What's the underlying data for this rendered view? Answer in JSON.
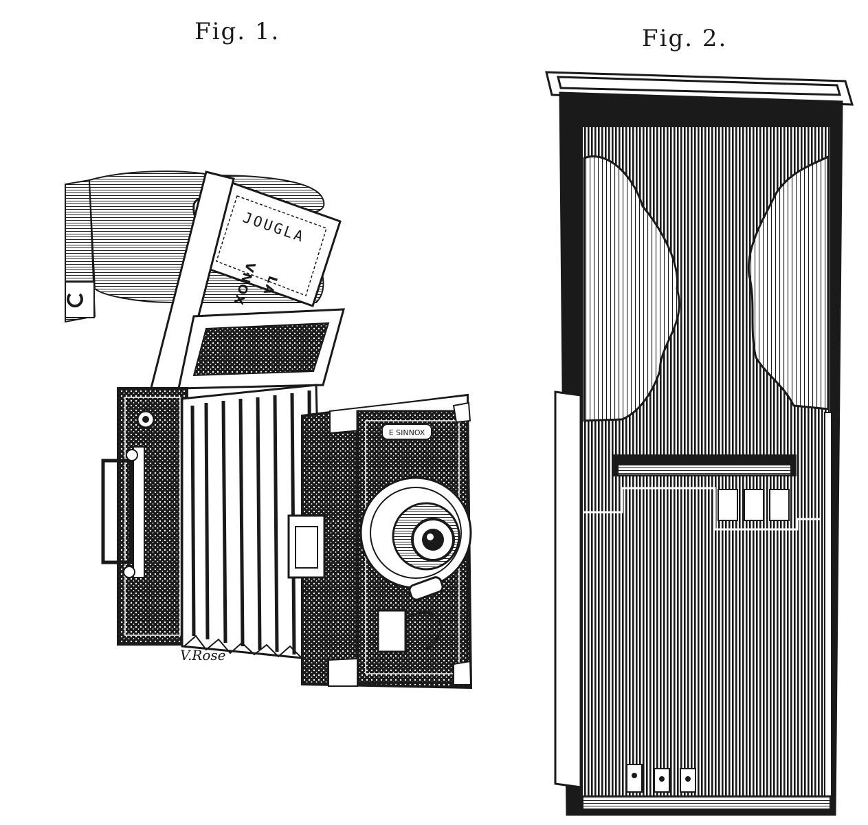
{
  "figures": [
    {
      "caption": "Fig. 1.",
      "box_brand": "JOUGLA",
      "box_product": "VNOX",
      "box_product_tail": "LA",
      "camera_nameplate": "E SINNOX",
      "engraver_signature": "V.Rose"
    },
    {
      "caption": "Fig. 2."
    }
  ],
  "colors": {
    "ink": "#1a1a1a",
    "paper": "#ffffff"
  }
}
